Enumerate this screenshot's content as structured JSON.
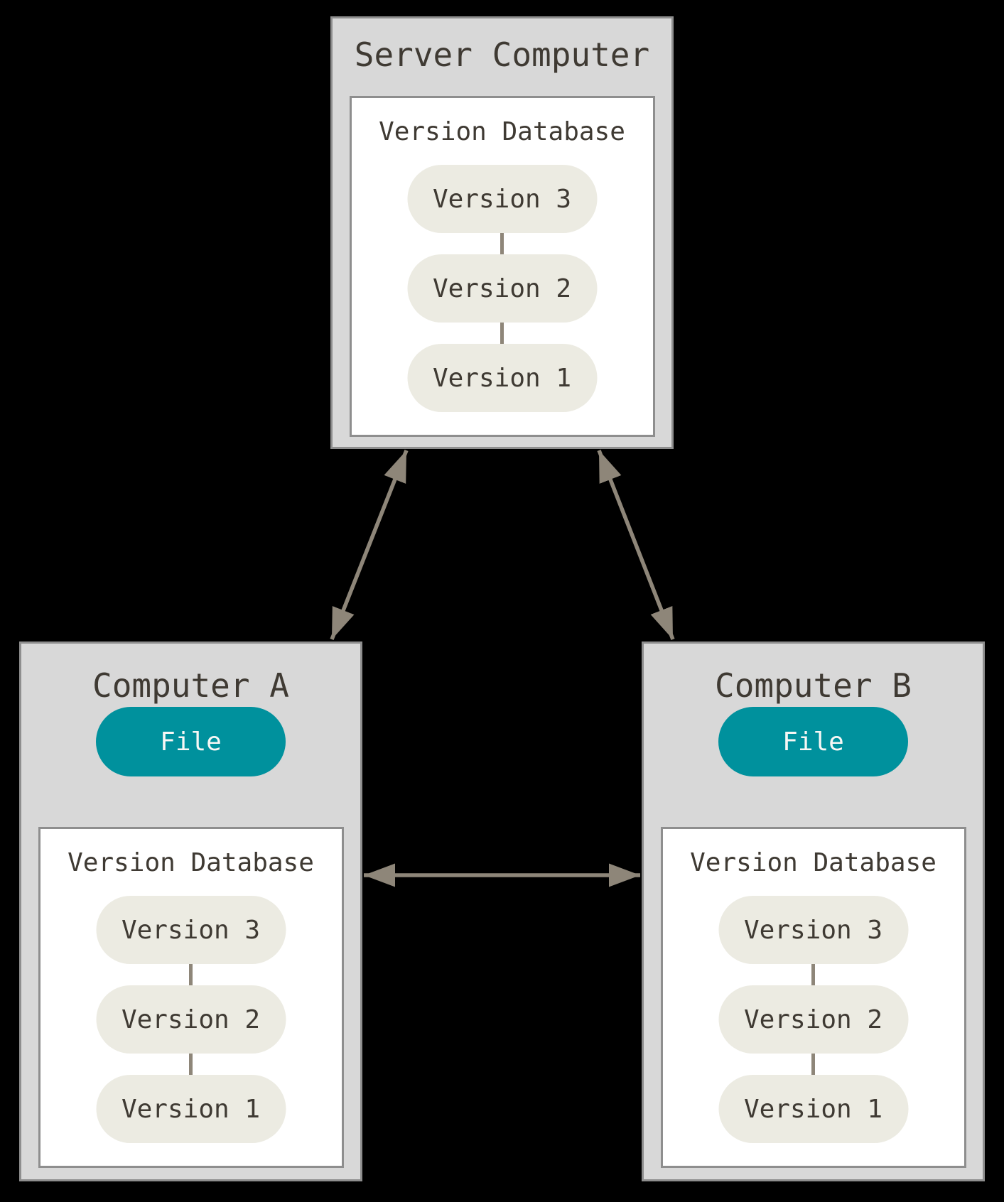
{
  "diagram": {
    "server": {
      "title": "Server Computer",
      "database": {
        "label": "Version Database",
        "versions": [
          "Version 3",
          "Version 2",
          "Version 1"
        ]
      }
    },
    "computer_a": {
      "title": "Computer A",
      "file_label": "File",
      "database": {
        "label": "Version Database",
        "versions": [
          "Version 3",
          "Version 2",
          "Version 1"
        ]
      }
    },
    "computer_b": {
      "title": "Computer B",
      "file_label": "File",
      "database": {
        "label": "Version Database",
        "versions": [
          "Version 3",
          "Version 2",
          "Version 1"
        ]
      }
    },
    "colors": {
      "background": "#000000",
      "box_fill": "#D8D8D8",
      "box_border": "#8E8E8E",
      "inner_fill": "#FFFFFF",
      "version_pill_fill": "#ECEBE2",
      "file_pill_fill": "#00919D",
      "file_pill_text": "#F7F7F5",
      "text": "#3F3A33",
      "arrow": "#8E8679"
    }
  }
}
